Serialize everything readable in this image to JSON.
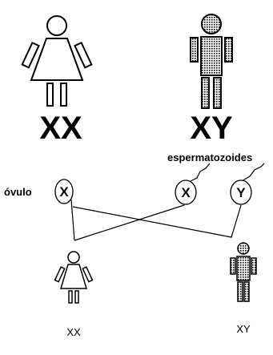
{
  "parents": {
    "mother_genotype": "XX",
    "father_genotype": "XY"
  },
  "labels": {
    "sperm": "espermatozoides",
    "egg": "óvulo"
  },
  "gametes": {
    "egg_chromosome": "X",
    "sperm_x": "X",
    "sperm_y": "Y"
  },
  "children": {
    "daughter_genotype": "XX",
    "son_genotype": "XY"
  }
}
